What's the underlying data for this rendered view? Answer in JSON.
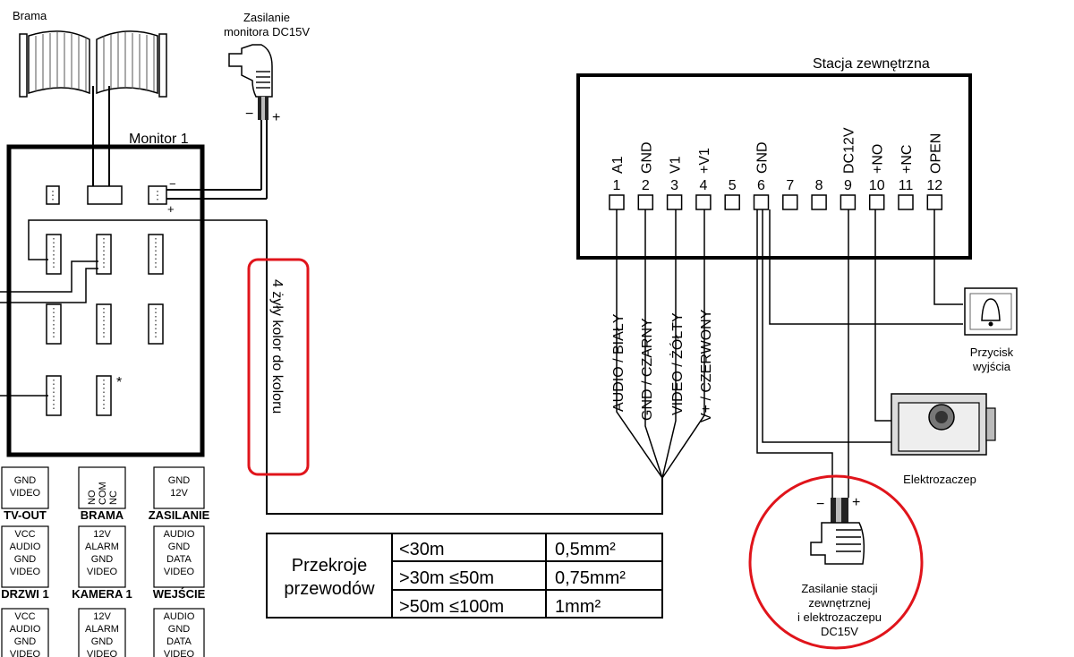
{
  "labels": {
    "brama": "Brama",
    "zasilanie_monitora": [
      "Zasilanie",
      "monitora DC15V"
    ],
    "monitor": "Monitor 1",
    "stacja": "Stacja zewnętrzna",
    "wires_note": "4 żyły kolor do koloru",
    "przycisk": [
      "Przycisk",
      "wyjścia"
    ],
    "elektrozaczep": "Elektrozaczep",
    "zasilanie_stacji": [
      "Zasilanie stacji",
      "zewnętrznej",
      "i elektrozaczepu",
      "DC15V"
    ],
    "asterisk": "*",
    "minus": "−",
    "plus": "+"
  },
  "terminals": [
    {
      "num": "1",
      "name": "A1"
    },
    {
      "num": "2",
      "name": "GND"
    },
    {
      "num": "3",
      "name": "V1"
    },
    {
      "num": "4",
      "name": "+V1"
    },
    {
      "num": "5",
      "name": ""
    },
    {
      "num": "6",
      "name": "GND"
    },
    {
      "num": "7",
      "name": ""
    },
    {
      "num": "8",
      "name": ""
    },
    {
      "num": "9",
      "name": "DC12V"
    },
    {
      "num": "10",
      "name": "+NO"
    },
    {
      "num": "11",
      "name": "+NC"
    },
    {
      "num": "12",
      "name": "OPEN"
    }
  ],
  "wire_colors": [
    "AUDIO / BIAŁY",
    "GND / CZARNY",
    "VIDEO / ŻÓŁTY",
    "V+ / CZERWONY"
  ],
  "connector_legend": [
    {
      "lines": [
        "GND",
        "VIDEO"
      ],
      "title": "TV-OUT"
    },
    {
      "lines": [
        "NO",
        "COM",
        "NC"
      ],
      "title": "BRAMA"
    },
    {
      "lines": [
        "GND",
        "12V"
      ],
      "title": "ZASILANIE"
    },
    {
      "lines": [
        "VCC",
        "AUDIO",
        "GND",
        "VIDEO"
      ],
      "title": "DRZWI 1"
    },
    {
      "lines": [
        "12V",
        "ALARM",
        "GND",
        "VIDEO"
      ],
      "title": "KAMERA 1"
    },
    {
      "lines": [
        "AUDIO",
        "GND",
        "DATA",
        "VIDEO"
      ],
      "title": "WEJŚCIE"
    },
    {
      "lines": [
        "VCC",
        "AUDIO",
        "GND",
        "VIDEO"
      ],
      "title": ""
    },
    {
      "lines": [
        "12V",
        "ALARM",
        "GND",
        "VIDEO"
      ],
      "title": ""
    },
    {
      "lines": [
        "AUDIO",
        "GND",
        "DATA",
        "VIDEO"
      ],
      "title": ""
    }
  ],
  "table": {
    "header": [
      "Przekroje",
      "przewodów"
    ],
    "rows": [
      {
        "range": "<30m",
        "section": "0,5mm²"
      },
      {
        "range": ">30m ≤50m",
        "section": "0,75mm²"
      },
      {
        "range": ">50m ≤100m",
        "section": "1mm²"
      }
    ]
  },
  "colors": {
    "highlight": "#e0141b",
    "line": "#000000"
  }
}
